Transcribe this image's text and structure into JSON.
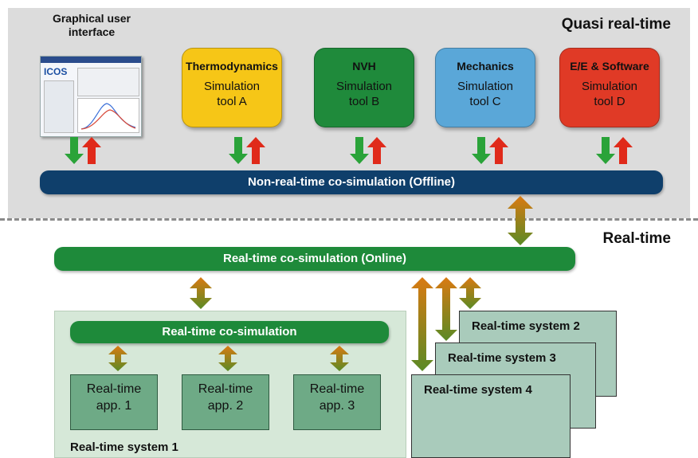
{
  "quasi_title": "Quasi real-time",
  "realtime_title": "Real-time",
  "gui": {
    "label_line1": "Graphical user",
    "label_line2": "interface",
    "logo": "ICOS"
  },
  "tools": [
    {
      "title": "Thermodynamics",
      "line1": "Simulation",
      "line2": "tool A",
      "color": "#f6c617",
      "text_color": "#111111"
    },
    {
      "title": "NVH",
      "line1": "Simulation",
      "line2": "tool B",
      "color": "#1f8a3b",
      "text_color": "#111111"
    },
    {
      "title": "Mechanics",
      "line1": "Simulation",
      "line2": "tool C",
      "color": "#5aa7d8",
      "text_color": "#111111"
    },
    {
      "title": "E/E & Software",
      "line1": "Simulation",
      "line2": "tool D",
      "color": "#e03a26",
      "text_color": "#111111"
    }
  ],
  "offline_bar": {
    "label": "Non-real-time co-simulation (Offline)",
    "color": "#0f3f6b"
  },
  "online_bar": {
    "label": "Real-time co-simulation (Online)",
    "color": "#1e8a3a"
  },
  "system1": {
    "title": "Real-time system 1",
    "cosim_label": "Real-time co-simulation",
    "apps": [
      {
        "line1": "Real-time",
        "line2": "app. 1"
      },
      {
        "line1": "Real-time",
        "line2": "app. 2"
      },
      {
        "line1": "Real-time",
        "line2": "app. 3"
      }
    ]
  },
  "systems": [
    "Real-time system 2",
    "Real-time system 3",
    "Real-time system 4"
  ],
  "colors": {
    "arrow_down": "#2aa339",
    "arrow_up": "#e02a1a",
    "arrow_bidir_top": "#d97a12",
    "arrow_bidir_bottom": "#5a8a25"
  }
}
